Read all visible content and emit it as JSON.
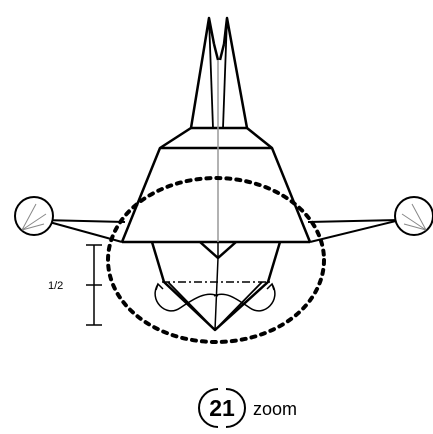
{
  "diagram": {
    "measure_label": "1/2",
    "step": {
      "number": "21",
      "caption": "zoom"
    },
    "colors": {
      "line": "#000000",
      "guide": "#999999",
      "dashed": "#000000",
      "background": "#ffffff"
    }
  }
}
